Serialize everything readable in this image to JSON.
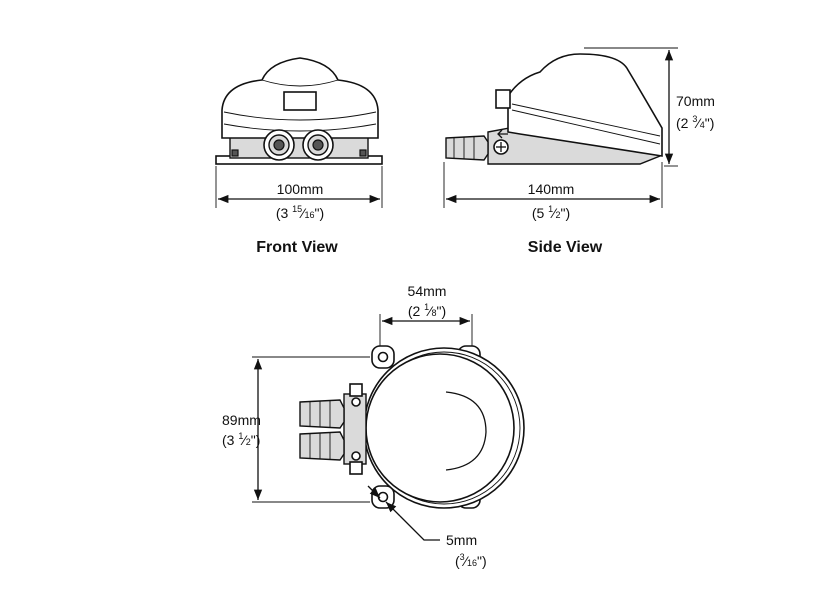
{
  "front_view": {
    "title": "Front View",
    "width_metric": "100mm",
    "width_imperial": {
      "whole": "(3 ",
      "num": "15",
      "den": "16",
      "close": "\")"
    }
  },
  "side_view": {
    "title": "Side View",
    "width_metric": "140mm",
    "width_imperial": {
      "whole": "(5 ",
      "num": "1",
      "den": "2",
      "close": "\")"
    },
    "height_metric": "70mm",
    "height_imperial": {
      "whole": "(2 ",
      "num": "3",
      "den": "4",
      "close": "\")"
    }
  },
  "top_view": {
    "width_metric": "54mm",
    "width_imperial": {
      "whole": "(2 ",
      "num": "1",
      "den": "8",
      "close": "\")"
    },
    "height_metric": "89mm",
    "height_imperial": {
      "whole": "(3 ",
      "num": "1",
      "den": "2",
      "close": "\")"
    },
    "hole_metric": "5mm",
    "hole_imperial": {
      "whole": "(",
      "num": "3",
      "den": "16",
      "close": "\")"
    }
  },
  "colors": {
    "line": "#111111",
    "fill_gray": "#dadada",
    "fill_dark": "#555555"
  }
}
